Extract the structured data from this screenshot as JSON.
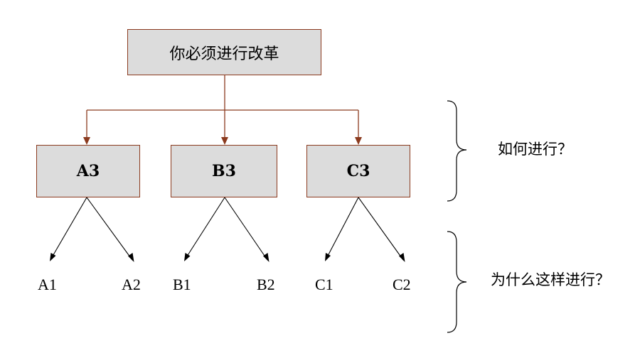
{
  "diagram": {
    "root": {
      "label": "你必须进行改革"
    },
    "branches": [
      {
        "label": "A3",
        "children": [
          "A1",
          "A2"
        ]
      },
      {
        "label": "B3",
        "children": [
          "B1",
          "B2"
        ]
      },
      {
        "label": "C3",
        "children": [
          "C1",
          "C2"
        ]
      }
    ],
    "annotations": {
      "how": "如何进行？",
      "why": "为什么这样进行？"
    },
    "colors": {
      "box_fill": "#dcdcdc",
      "box_border": "#8b3a1e",
      "connector": "#8b3a1e",
      "leaf_arrow": "#000000",
      "brace": "#000000"
    }
  }
}
